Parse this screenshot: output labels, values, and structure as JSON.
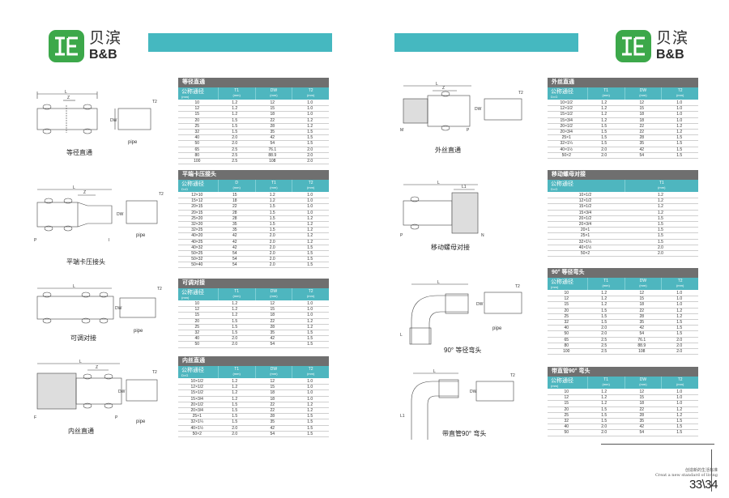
{
  "brand": {
    "name_cn": "贝滨",
    "name_en": "B&B"
  },
  "colors": {
    "accent": "#45b8c0",
    "title_bar": "#6f6f6f",
    "logo_green": "#3ca84a"
  },
  "left_figures": [
    {
      "label": "等径直通",
      "pipe": "pipe"
    },
    {
      "label": "平端卡压接头",
      "pipe": "pipe"
    },
    {
      "label": "可调对接",
      "pipe": "pipe"
    },
    {
      "label": "内丝直通",
      "pipe": "pipe"
    }
  ],
  "right_figures": [
    {
      "label": "外丝直通"
    },
    {
      "label": "移动螺母对接"
    },
    {
      "label": "90° 等径弯头",
      "pipe": "pipe"
    },
    {
      "label": "带直管90° 弯头"
    }
  ],
  "tables": [
    {
      "title": "等径直通",
      "headers": [
        [
          "公称通径",
          "(mm)"
        ],
        [
          "T1",
          "(mm)"
        ],
        [
          "DW",
          "(mm)"
        ],
        [
          "T2",
          "(mm)"
        ]
      ],
      "rows": [
        [
          "10",
          "1.2",
          "12",
          "1.0"
        ],
        [
          "12",
          "1.2",
          "15",
          "1.0"
        ],
        [
          "15",
          "1.2",
          "18",
          "1.0"
        ],
        [
          "20",
          "1.5",
          "22",
          "1.2"
        ],
        [
          "25",
          "1.5",
          "28",
          "1.2"
        ],
        [
          "32",
          "1.5",
          "35",
          "1.5"
        ],
        [
          "40",
          "2.0",
          "42",
          "1.5"
        ],
        [
          "50",
          "2.0",
          "54",
          "1.5"
        ],
        [
          "65",
          "2.5",
          "76.1",
          "2.0"
        ],
        [
          "80",
          "2.5",
          "88.9",
          "2.0"
        ],
        [
          "100",
          "2.5",
          "108",
          "2.0"
        ]
      ]
    },
    {
      "title": "平端卡压接头",
      "headers": [
        [
          "公称通径",
          "D×D"
        ],
        [
          "D",
          "(mm)"
        ],
        [
          "T1",
          "(mm)"
        ],
        [
          "T2",
          "(mm)"
        ]
      ],
      "rows": [
        [
          "12×10",
          "15",
          "1.2",
          "1.0"
        ],
        [
          "15×12",
          "18",
          "1.2",
          "1.0"
        ],
        [
          "20×15",
          "22",
          "1.5",
          "1.0"
        ],
        [
          "20×15",
          "28",
          "1.5",
          "1.0"
        ],
        [
          "25×20",
          "28",
          "1.5",
          "1.2"
        ],
        [
          "32×20",
          "35",
          "1.5",
          "1.2"
        ],
        [
          "32×25",
          "35",
          "1.5",
          "1.2"
        ],
        [
          "40×20",
          "42",
          "2.0",
          "1.2"
        ],
        [
          "40×25",
          "42",
          "2.0",
          "1.2"
        ],
        [
          "40×32",
          "42",
          "2.0",
          "1.5"
        ],
        [
          "50×25",
          "54",
          "2.0",
          "1.5"
        ],
        [
          "50×32",
          "54",
          "2.0",
          "1.5"
        ],
        [
          "50×40",
          "54",
          "2.0",
          "1.5"
        ]
      ]
    },
    {
      "title": "可调对接",
      "headers": [
        [
          "公称通径",
          "(mm)"
        ],
        [
          "T1",
          "(mm)"
        ],
        [
          "DW",
          "(mm)"
        ],
        [
          "T2",
          "(mm)"
        ]
      ],
      "rows": [
        [
          "10",
          "1.2",
          "12",
          "1.0"
        ],
        [
          "12",
          "1.2",
          "15",
          "1.0"
        ],
        [
          "15",
          "1.2",
          "18",
          "1.0"
        ],
        [
          "20",
          "1.5",
          "22",
          "1.2"
        ],
        [
          "25",
          "1.5",
          "28",
          "1.2"
        ],
        [
          "32",
          "1.5",
          "35",
          "1.5"
        ],
        [
          "40",
          "2.0",
          "42",
          "1.5"
        ],
        [
          "50",
          "2.0",
          "54",
          "1.5"
        ]
      ]
    },
    {
      "title": "内丝直通",
      "headers": [
        [
          "公称通径",
          "D×G"
        ],
        [
          "T1",
          "(mm)"
        ],
        [
          "DW",
          "(mm)"
        ],
        [
          "T2",
          "(mm)"
        ]
      ],
      "rows": [
        [
          "10×1/2",
          "1.2",
          "12",
          "1.0"
        ],
        [
          "12×1/2",
          "1.2",
          "15",
          "1.0"
        ],
        [
          "15×1/2",
          "1.2",
          "18",
          "1.0"
        ],
        [
          "15×3/4",
          "1.2",
          "18",
          "1.0"
        ],
        [
          "20×1/2",
          "1.5",
          "22",
          "1.2"
        ],
        [
          "20×3/4",
          "1.5",
          "22",
          "1.2"
        ],
        [
          "25×1",
          "1.5",
          "28",
          "1.5"
        ],
        [
          "32×1¼",
          "1.5",
          "35",
          "1.5"
        ],
        [
          "40×1½",
          "2.0",
          "42",
          "1.5"
        ],
        [
          "50×2",
          "2.0",
          "54",
          "1.5"
        ]
      ]
    },
    {
      "title": "外丝直通",
      "headers": [
        [
          "公称通径",
          "D×G"
        ],
        [
          "T1",
          "(mm)"
        ],
        [
          "DW",
          "(mm)"
        ],
        [
          "T2",
          "(mm)"
        ]
      ],
      "rows": [
        [
          "10×1/2",
          "1.2",
          "12",
          "1.0"
        ],
        [
          "12×1/2",
          "1.2",
          "15",
          "1.0"
        ],
        [
          "15×1/2",
          "1.2",
          "18",
          "1.0"
        ],
        [
          "15×3/4",
          "1.2",
          "18",
          "1.0"
        ],
        [
          "20×1/2",
          "1.5",
          "22",
          "1.2"
        ],
        [
          "20×3/4",
          "1.5",
          "22",
          "1.2"
        ],
        [
          "25×1",
          "1.5",
          "28",
          "1.5"
        ],
        [
          "32×1¼",
          "1.5",
          "35",
          "1.5"
        ],
        [
          "40×1½",
          "2.0",
          "42",
          "1.5"
        ],
        [
          "50×2",
          "2.0",
          "54",
          "1.5"
        ]
      ]
    },
    {
      "title": "移动螺母对接",
      "headers": [
        [
          "公称通径",
          "D×G"
        ],
        [
          "T1",
          "(mm)"
        ]
      ],
      "rows": [
        [
          "10×1/2",
          "1.2"
        ],
        [
          "12×1/2",
          "1.2"
        ],
        [
          "15×1/2",
          "1.2"
        ],
        [
          "15×3/4",
          "1.2"
        ],
        [
          "20×1/2",
          "1.5"
        ],
        [
          "20×3/4",
          "1.5"
        ],
        [
          "20×1",
          "1.5"
        ],
        [
          "25×1",
          "1.5"
        ],
        [
          "32×1¼",
          "1.5"
        ],
        [
          "40×1½",
          "2.0"
        ],
        [
          "50×2",
          "2.0"
        ]
      ]
    },
    {
      "title": "90° 等径弯头",
      "headers": [
        [
          "公称通径",
          "(mm)"
        ],
        [
          "T1",
          "(mm)"
        ],
        [
          "DW",
          "(mm)"
        ],
        [
          "T2",
          "(mm)"
        ]
      ],
      "rows": [
        [
          "10",
          "1.2",
          "12",
          "1.0"
        ],
        [
          "12",
          "1.2",
          "15",
          "1.0"
        ],
        [
          "15",
          "1.2",
          "18",
          "1.0"
        ],
        [
          "20",
          "1.5",
          "22",
          "1.2"
        ],
        [
          "25",
          "1.5",
          "28",
          "1.2"
        ],
        [
          "32",
          "1.5",
          "35",
          "1.5"
        ],
        [
          "40",
          "2.0",
          "42",
          "1.5"
        ],
        [
          "50",
          "2.0",
          "54",
          "1.5"
        ],
        [
          "65",
          "2.5",
          "76.1",
          "2.0"
        ],
        [
          "80",
          "2.5",
          "88.9",
          "2.0"
        ],
        [
          "100",
          "2.5",
          "108",
          "2.0"
        ]
      ]
    },
    {
      "title": "带直管90° 弯头",
      "headers": [
        [
          "公称通径",
          "(mm)"
        ],
        [
          "T1",
          "(mm)"
        ],
        [
          "DW",
          "(mm)"
        ],
        [
          "T2",
          "(mm)"
        ]
      ],
      "rows": [
        [
          "10",
          "1.2",
          "12",
          "1.0"
        ],
        [
          "12",
          "1.2",
          "15",
          "1.0"
        ],
        [
          "15",
          "1.2",
          "18",
          "1.0"
        ],
        [
          "20",
          "1.5",
          "22",
          "1.2"
        ],
        [
          "25",
          "1.5",
          "28",
          "1.2"
        ],
        [
          "32",
          "1.5",
          "35",
          "1.5"
        ],
        [
          "40",
          "2.0",
          "42",
          "1.5"
        ],
        [
          "50",
          "2.0",
          "54",
          "1.5"
        ]
      ]
    }
  ],
  "footer": {
    "slogan_cn": "创造新的生活标准",
    "slogan_en": "Creat a new standard of living",
    "pages": "33\\34"
  }
}
